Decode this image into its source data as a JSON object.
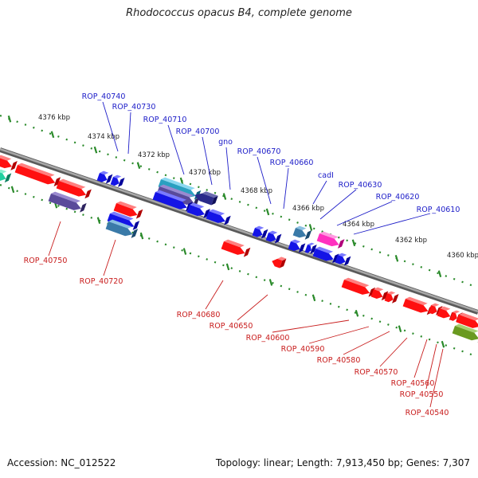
{
  "title": "Rhodococcus opacus B4, complete genome",
  "footer": {
    "accession": "Accession: NC_012522",
    "summary": "Topology: linear; Length: 7,913,450 bp; Genes: 7,307"
  },
  "colors": {
    "top_labels": "#1c1cc8",
    "bottom_labels": "#c81c1c",
    "backbone": "#808080",
    "tick": "#2a8a2a"
  },
  "ruler_labels": [
    "4376 kbp",
    "4374 kbp",
    "4372 kbp",
    "4370 kbp",
    "4368 kbp",
    "4366 kbp",
    "4364 kbp",
    "4362 kbp",
    "4360 kbp"
  ],
  "top_gene_labels": [
    "ROP_40740",
    "ROP_40730",
    "ROP_40710",
    "ROP_40700",
    "gno",
    "ROP_40670",
    "ROP_40660",
    "cadI",
    "ROP_40630",
    "ROP_40620",
    "ROP_40610"
  ],
  "bottom_gene_labels": [
    "ROP_40750",
    "ROP_40720",
    "ROP_40680",
    "ROP_40650",
    "ROP_40600",
    "ROP_40590",
    "ROP_40580",
    "ROP_40570",
    "ROP_40560",
    "ROP_40550",
    "ROP_40540"
  ]
}
